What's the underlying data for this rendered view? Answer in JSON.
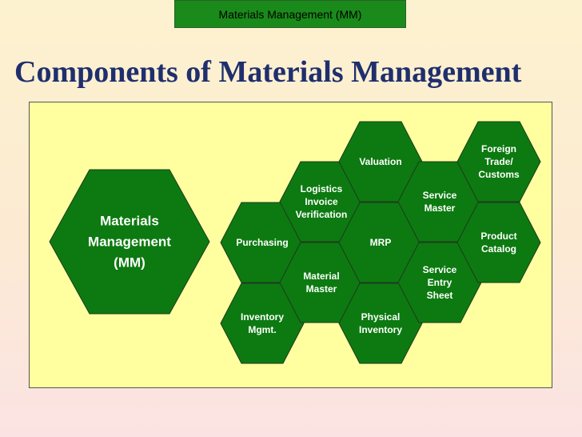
{
  "header": {
    "badge": "Materials Management (MM)",
    "title": "Components of Materials Management"
  },
  "diagram": {
    "colors": {
      "hex_fill": "#0c7a10",
      "hex_stroke": "#1f3a1f",
      "panel_background": "#ffffa0",
      "text": "#ffffff",
      "title": "#1f2f6e"
    },
    "main_node": {
      "lines": [
        "Materials",
        "Management",
        "(MM)"
      ]
    },
    "nodes": [
      {
        "id": "purchasing",
        "lines": [
          "Purchasing"
        ]
      },
      {
        "id": "inventory-mgmt",
        "lines": [
          "Inventory",
          "Mgmt."
        ]
      },
      {
        "id": "logistics-invoice-verification",
        "lines": [
          "Logistics",
          "Invoice",
          "Verification"
        ]
      },
      {
        "id": "material-master",
        "lines": [
          "Material",
          "Master"
        ]
      },
      {
        "id": "valuation",
        "lines": [
          "Valuation"
        ]
      },
      {
        "id": "mrp",
        "lines": [
          "MRP"
        ]
      },
      {
        "id": "physical-inventory",
        "lines": [
          "Physical",
          "Inventory"
        ]
      },
      {
        "id": "service-master",
        "lines": [
          "Service",
          "Master"
        ]
      },
      {
        "id": "service-entry-sheet",
        "lines": [
          "Service",
          "Entry",
          "Sheet"
        ]
      },
      {
        "id": "foreign-trade-customs",
        "lines": [
          "Foreign",
          "Trade/",
          "Customs"
        ]
      },
      {
        "id": "product-catalog",
        "lines": [
          "Product",
          "Catalog"
        ]
      }
    ]
  }
}
